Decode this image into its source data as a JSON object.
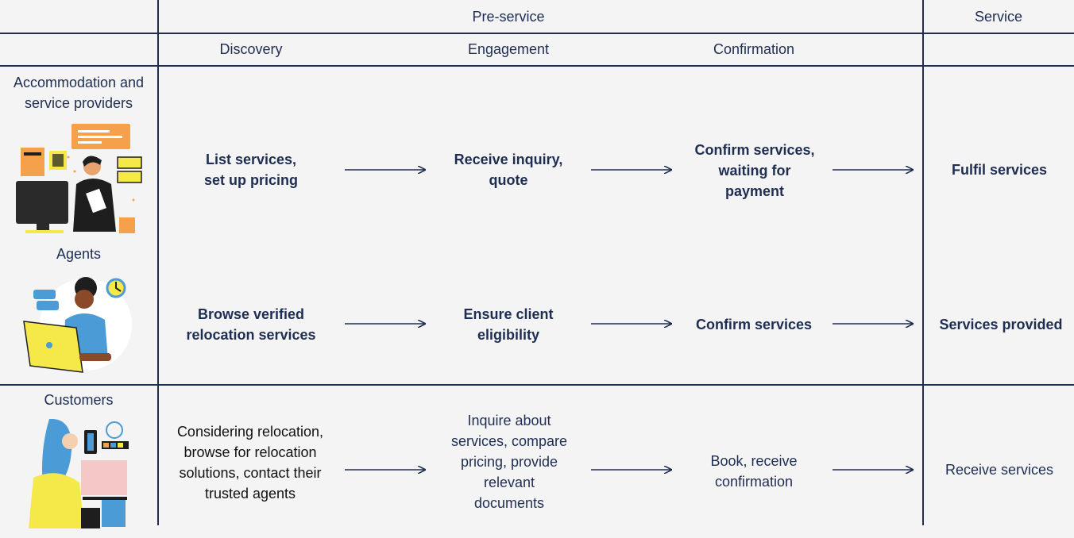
{
  "headers": {
    "phase_pre": "Pre-service",
    "phase_service": "Service",
    "stage_discovery": "Discovery",
    "stage_engagement": "Engagement",
    "stage_confirmation": "Confirmation"
  },
  "rows": {
    "providers": {
      "actor": "Accommodation and service providers",
      "discovery": "List services, set up pricing",
      "engagement": "Receive inquiry, quote",
      "confirmation": "Confirm services, waiting for payment",
      "service": "Fulfil services"
    },
    "agents": {
      "actor": "Agents",
      "discovery": "Browse verified relocation services",
      "engagement": "Ensure client eligibility",
      "confirmation": "Confirm services",
      "service": "Services provided"
    },
    "customers": {
      "actor": "Customers",
      "discovery": "Considering relocation, browse for relocation solutions, contact their trusted agents",
      "engagement": "Inquire about services, compare pricing, provide relevant documents",
      "confirmation": "Book, receive confirmation",
      "service": "Receive services"
    }
  },
  "colors": {
    "ink": "#1e2d52",
    "background": "#f4f4f4",
    "accent_yellow": "#f5e94a",
    "accent_orange": "#f5a04a",
    "accent_blue": "#4a9bd6"
  },
  "icons": [
    "provider-workstation-illustration",
    "agent-laptop-illustration",
    "customer-phone-illustration"
  ]
}
